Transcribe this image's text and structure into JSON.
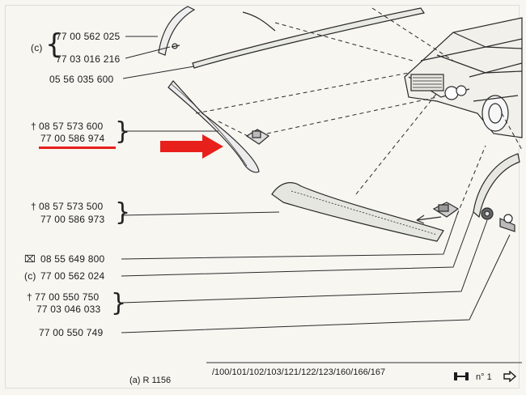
{
  "parts": {
    "p1": {
      "prefix": "(c)",
      "ref1": "77 00 562 025",
      "ref2": "77 03 016 216"
    },
    "p2": {
      "ref": "05 56 035 600"
    },
    "p3": {
      "mark": "†",
      "ref1": "08 57 573 600",
      "ref2": "77 00 586 974"
    },
    "p4": {
      "mark": "†",
      "ref1": "08 57 573 500",
      "ref2": "77 00 586 973"
    },
    "p5": {
      "mark": "⌧",
      "ref": "08 55 649 800"
    },
    "p6": {
      "prefix": "(c)",
      "ref": "77 00 562 024"
    },
    "p7": {
      "mark": "†",
      "ref1": "77 00 550 750",
      "ref2": "77 03 046 033"
    },
    "p8": {
      "ref": "77 00 550 749"
    }
  },
  "footer": {
    "left_text": "(a)   R 1156",
    "models": "/100/101/102/103/121/122/123/160/166/167",
    "page_label": "n° 1",
    "arrow_icon": "arrow-right-icon"
  },
  "colors": {
    "highlight": "#e8201c",
    "ink": "#1b1b1b"
  }
}
